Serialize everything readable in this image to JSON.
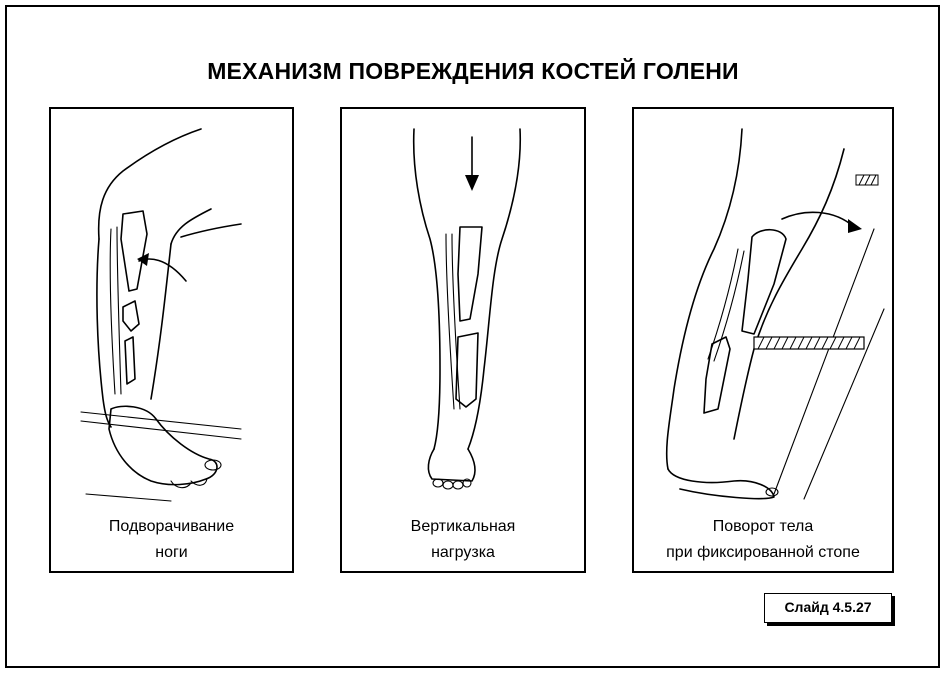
{
  "title": "МЕХАНИЗМ ПОВРЕЖДЕНИЯ КОСТЕЙ ГОЛЕНИ",
  "panels": [
    {
      "caption_line1": "Подворачивание",
      "caption_line2": "ноги"
    },
    {
      "caption_line1": "Вертикальная",
      "caption_line2": "нагрузка"
    },
    {
      "caption_line1": "Поворот тела",
      "caption_line2": "при фиксированной стопе"
    }
  ],
  "slide_label": "Слайд 4.5.27"
}
